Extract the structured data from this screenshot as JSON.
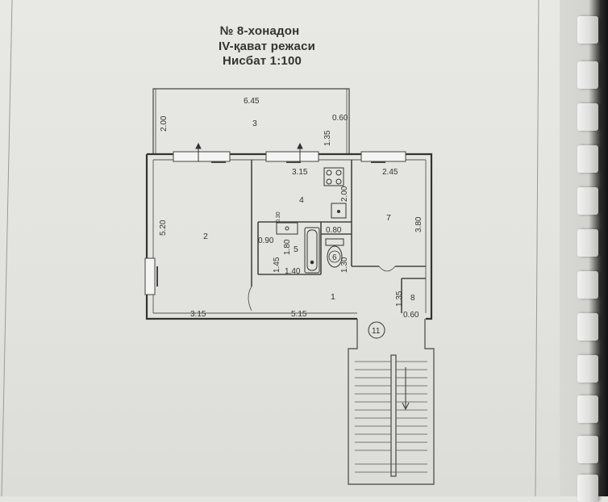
{
  "header": {
    "line1": "№ 8-хонадон",
    "line2": "IV-қават режаси",
    "line3": "Нисбат 1:100"
  },
  "plan": {
    "rooms": {
      "r1": "1",
      "r2": "2",
      "r3": "3",
      "r4": "4",
      "r5": "5",
      "r6": "6",
      "r7": "7",
      "r8": "8",
      "r11": "11"
    },
    "dims": {
      "balcony_width": "6.45",
      "balcony_depth": "2.00",
      "balcony_side": "1.35",
      "balcony_offset": "0.60",
      "kitchen_width": "3.15",
      "kitchen_depth": "2.00",
      "room7_width": "2.45",
      "room7_depth": "3.80",
      "room2_depth": "5.20",
      "bath_w": "0.90",
      "bath_h": "1.80",
      "bath_side": "0.30",
      "wc_w": "0.80",
      "bath_len": "1.45",
      "bath_bottom": "1.40",
      "wc_h": "1.30",
      "closet_h": "1.35",
      "closet_w": "0.60",
      "bottom_left": "3.15",
      "bottom_right": "5.15"
    }
  }
}
